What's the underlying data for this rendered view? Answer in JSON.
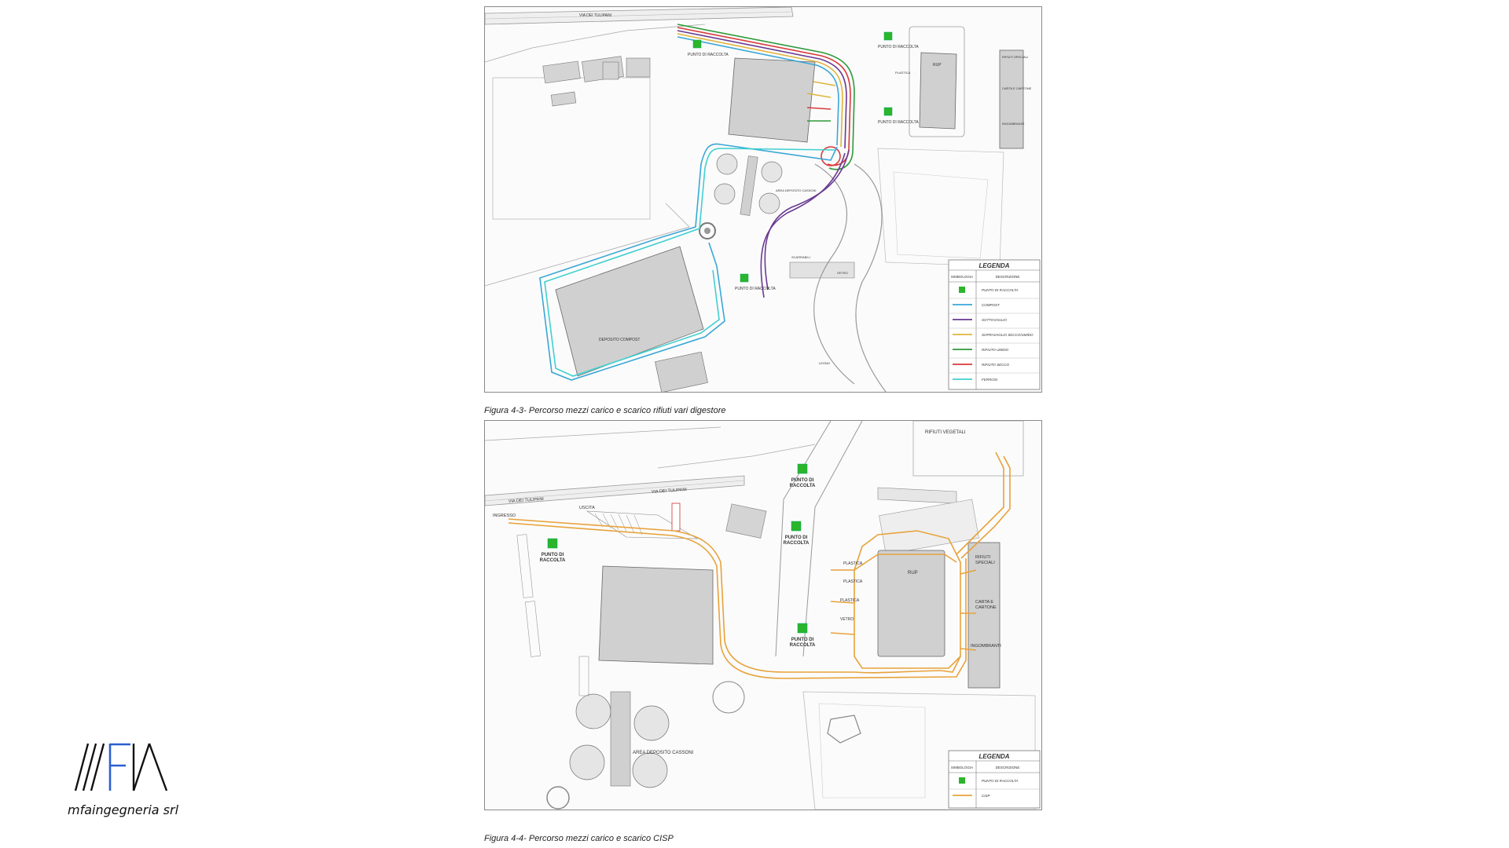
{
  "figure1": {
    "caption": "Figura 4-3- Percorso mezzi carico e scarico rifiuti vari digestore",
    "legend": {
      "title": "LEGENDA",
      "col_symbol": "SIMBOLOGIA",
      "col_desc": "DESCRIZIONE",
      "items": [
        {
          "label": "PUNTO DI RACCOLTA",
          "color": "#2bb52b",
          "kind": "square"
        },
        {
          "label": "COMPOST",
          "color": "#3aa7d6",
          "kind": "line"
        },
        {
          "label": "SOTTOVAGLIO",
          "color": "#6a3a92",
          "kind": "line"
        },
        {
          "label": "SOPRAVAGLIO SECCO/UMIDO",
          "color": "#e0b43c",
          "kind": "line"
        },
        {
          "label": "RIFIUTO UMIDO",
          "color": "#2e9a3a",
          "kind": "line"
        },
        {
          "label": "RIFIUTO SECCO",
          "color": "#d83a3a",
          "kind": "line"
        },
        {
          "label": "FERROSI",
          "color": "#3fd0cf",
          "kind": "line"
        }
      ]
    },
    "labels": {
      "road": "VIA DEI TULIPANI",
      "collection": "PUNTO DI RACCOLTA",
      "rup": "RUP",
      "special": "RIFIUTI SPECIALI",
      "paper": "CARTA E CARTONE",
      "bulky": "INGOMBRANTI",
      "plastic": "PLASTICA",
      "compost_store": "DEPOSITO COMPOST",
      "boxes_area": "AREA DEPOSITO CASSONI",
      "wood": "LEGNO",
      "glass": "VETRO",
      "sorting": "SCARRABILI"
    }
  },
  "figure2": {
    "caption": "Figura 4-4- Percorso mezzi carico e scarico CISP",
    "legend": {
      "title": "LEGENDA",
      "col_symbol": "SIMBOLOGIA",
      "col_desc": "DESCRIZIONE",
      "items": [
        {
          "label": "PUNTO DI RACCOLTA",
          "color": "#2bb52b",
          "kind": "square"
        },
        {
          "label": "CISP",
          "color": "#e8a23a",
          "kind": "line"
        }
      ]
    },
    "labels": {
      "road1": "VIA DEI TULIPANI",
      "road2": "VIA DEI TULIPANI",
      "entrance": "INGRESSO",
      "exit": "USCITA",
      "collection": "PUNTO DI RACCOLTA",
      "collection_a": "PUNTO DI",
      "collection_b": "RACCOLTA",
      "veg": "RIFIUTI VEGETALI",
      "rup": "RUP",
      "special_a": "RIFIUTI",
      "special_b": "SPECIALI",
      "paper_a": "CARTA E",
      "paper_b": "CARTONE",
      "bulky": "INGOMBRANTI",
      "plastic": "PLASTICA",
      "boxes_area": "AREA DEPOSITO CASSONI",
      "glass": "VETRO"
    }
  },
  "logo": {
    "mark": "///FA",
    "company": "mfaingegneria srl",
    "accent": "#2a5fd0"
  }
}
